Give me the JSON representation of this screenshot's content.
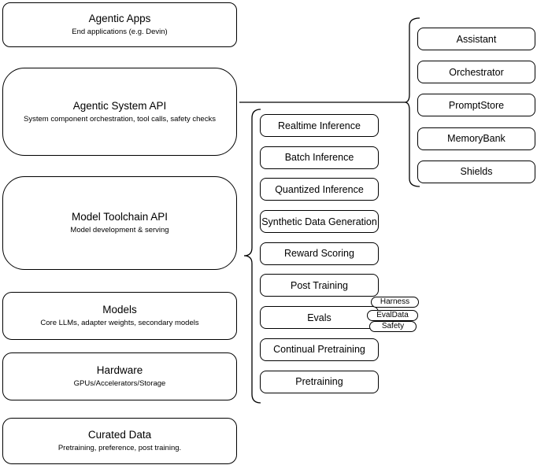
{
  "diagram": {
    "layers": [
      {
        "title": "Agentic Apps",
        "subtitle": "End applications (e.g. Devin)"
      },
      {
        "title": "Agentic System API",
        "subtitle": "System component orchestration, tool calls, safety checks"
      },
      {
        "title": "Model Toolchain API",
        "subtitle": "Model development & serving"
      },
      {
        "title": "Models",
        "subtitle": "Core LLMs, adapter weights, secondary models"
      },
      {
        "title": "Hardware",
        "subtitle": "GPUs/Accelerators/Storage"
      },
      {
        "title": "Curated Data",
        "subtitle": "Pretraining, preference, post training."
      }
    ],
    "toolchain_components": [
      "Realtime Inference",
      "Batch Inference",
      "Quantized Inference",
      "Synthetic Data Generation",
      "Reward Scoring",
      "Post Training",
      "Evals",
      "Continual Pretraining",
      "Pretraining"
    ],
    "eval_tags": [
      "Harness",
      "EvalData",
      "Safety"
    ],
    "system_components": [
      "Assistant",
      "Orchestrator",
      "PromptStore",
      "MemoryBank",
      "Shields"
    ],
    "colors": {
      "stroke": "#000000",
      "fill": "#ffffff",
      "background": "#ffffff"
    }
  }
}
